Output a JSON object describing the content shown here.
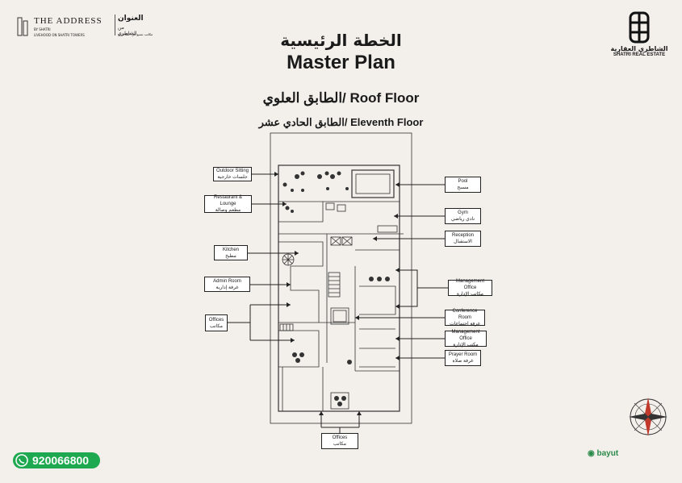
{
  "header": {
    "left_logo_name": "THE ADDRESS",
    "left_logo_sub": "BY SHATRI",
    "left_logo_tagline": "LIVEHOOD ON SHATRI TOWERS",
    "left_logo_ar": "العنوان",
    "left_logo_ar_sub": "من الشاطري",
    "left_logo_ar_tagline": "مكاتب تسنع في الشاطري",
    "right_logo_ar": "الشاطري العقارية",
    "right_logo_en": "SHATRI REAL ESTATE"
  },
  "titles": {
    "master_ar": "الخطة الرئيسية",
    "master_en": "Master Plan",
    "roof": "الطابق العلوي/ Roof Floor",
    "eleventh": "الطابق الحادي عشر/ Eleventh Floor"
  },
  "labels": {
    "outdoor": {
      "en": "Outdoor Sitting",
      "ar": "جلسات خارجية"
    },
    "restaurant": {
      "en": "Restaurant & Lounge",
      "ar": "مطعم وصالة"
    },
    "kitchen": {
      "en": "Kitchen",
      "ar": "مطبخ"
    },
    "admin": {
      "en": "Admin Room",
      "ar": "غرفة إدارية"
    },
    "offices_left": {
      "en": "Offices",
      "ar": "مكاتب"
    },
    "pool": {
      "en": "Pool",
      "ar": "مسبح"
    },
    "gym": {
      "en": "Gym",
      "ar": "نادي رياضي"
    },
    "reception": {
      "en": "Reception",
      "ar": "الاستقبال"
    },
    "mgmt1": {
      "en": "Management Office",
      "ar": "مكاتب الإدارة"
    },
    "conference": {
      "en": "Conference Room",
      "ar": "غرفة اجتماعات"
    },
    "mgmt2": {
      "en": "Management Office",
      "ar": "مكتب الإدارة"
    },
    "prayer": {
      "en": "Prayer Room",
      "ar": "غرفة صلاة"
    },
    "offices_bottom": {
      "en": "Offices",
      "ar": "مكاتب"
    }
  },
  "footer": {
    "phone": "920066800",
    "bayut": "bayut"
  },
  "colors": {
    "background": "#f3f0eb",
    "phone_badge": "#1ea84f",
    "line": "#222222"
  },
  "icons": {
    "phone": "whatsapp-icon",
    "compass": "compass-icon"
  }
}
